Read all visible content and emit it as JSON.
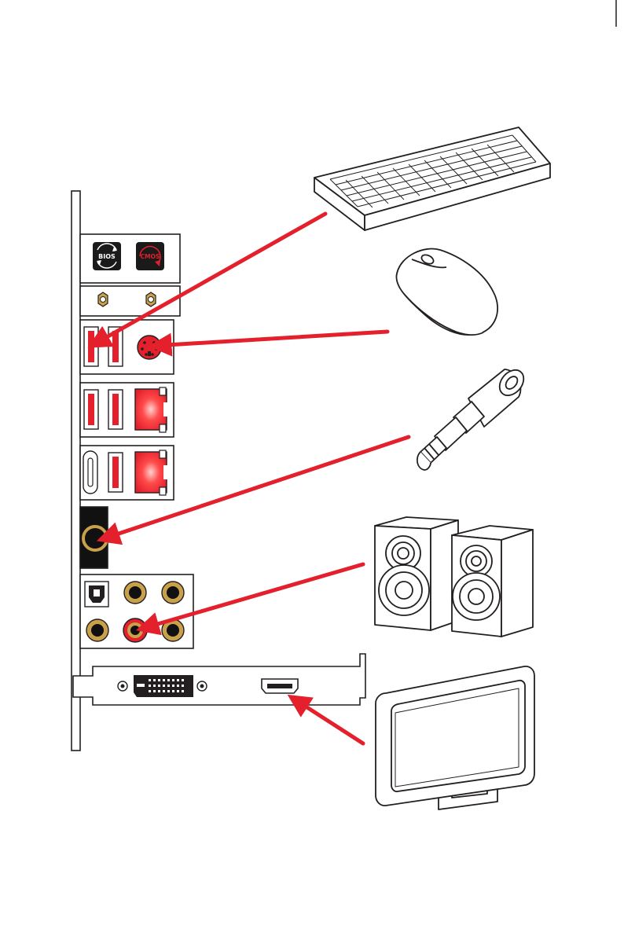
{
  "buttons": {
    "bios_label": "BIOS",
    "cmos_label": "CMOS"
  },
  "colors": {
    "arrow": "#e3202c",
    "port_red": "#e3202c",
    "gold": "#c8a14a",
    "outline": "#231f20",
    "button_bg": "#1a1a1a"
  },
  "connections": [
    {
      "device": "keyboard-icon",
      "port": "usb-port"
    },
    {
      "device": "mouse-icon",
      "port": "ps2-port"
    },
    {
      "device": "headphone-adapter-icon",
      "port": "audio-jack"
    },
    {
      "device": "speakers-icon",
      "port": "audio-line-out-jack"
    },
    {
      "device": "monitor-icon",
      "port": "hdmi-port"
    }
  ]
}
